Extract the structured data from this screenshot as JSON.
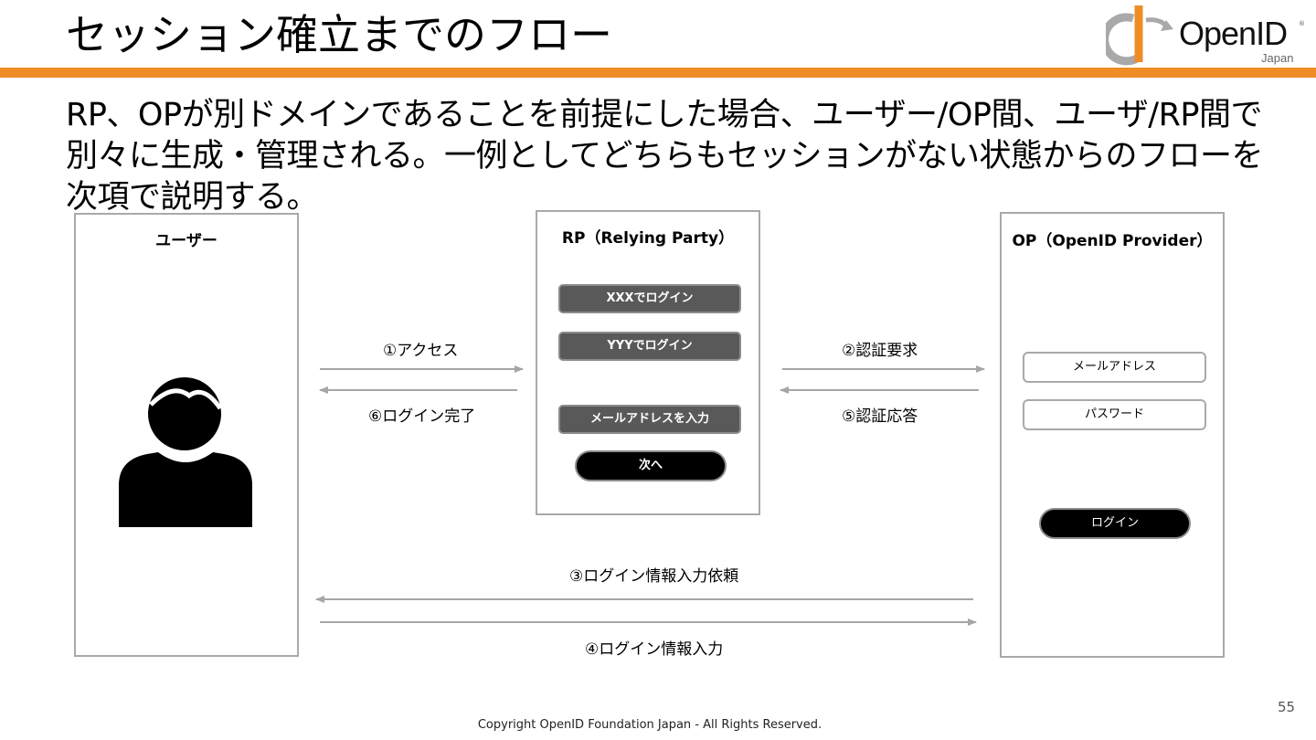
{
  "slide": {
    "title": "セッション確立までのフロー",
    "description": "RP、OPが別ドメインであることを前提にした場合、ユーザー/OP間、ユーザ/RP間で別々に生成・管理される。一例としてどちらもセッションがない状態からのフローを次項で説明する。",
    "page_number": "55",
    "copyright": "Copyright OpenID Foundation Japan - All Rights Reserved."
  },
  "logo": {
    "word": "OpenID",
    "sub": "Japan",
    "reg": "®"
  },
  "user_panel": {
    "title": "ユーザー",
    "icon": "person-icon"
  },
  "rp_panel": {
    "title": "RP（Relying Party）",
    "buttons": [
      "XXXでログイン",
      "YYYでログイン",
      "メールアドレスを入力"
    ],
    "next_button": "次へ"
  },
  "op_panel": {
    "title": "OP（OpenID Provider）",
    "email_field": "メールアドレス",
    "password_field": "パスワード",
    "login_button": "ログイン"
  },
  "flows": {
    "step1": "①アクセス",
    "step2": "②認証要求",
    "step3": "③ログイン情報入力依頼",
    "step4": "④ログイン情報入力",
    "step5": "⑤認証応答",
    "step6": "⑥ログイン完了"
  },
  "colors": {
    "accent": "#ee8d25",
    "dark_button": "#595959",
    "border": "#a9a9a9",
    "arrow": "#a6a6a6"
  }
}
